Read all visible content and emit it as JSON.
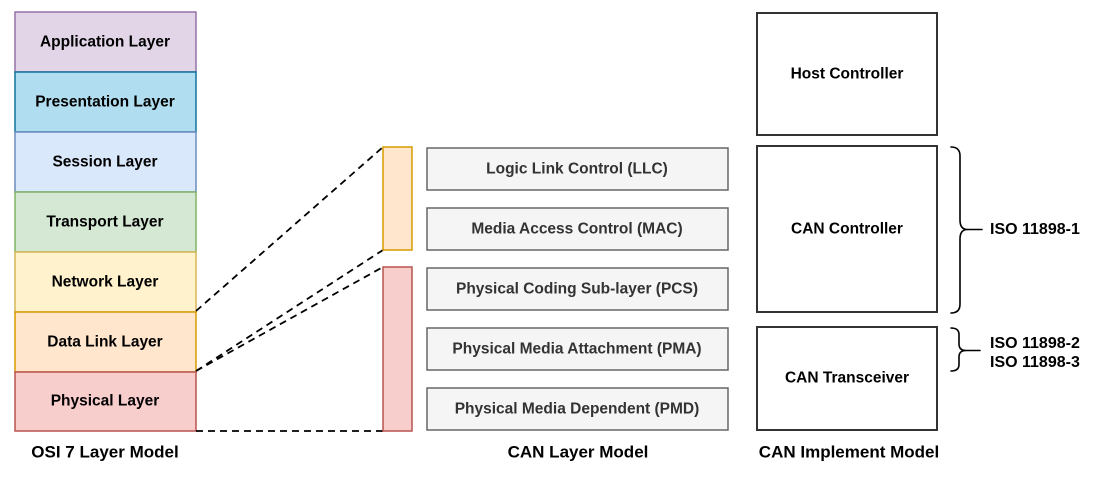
{
  "diagram": {
    "line_color": "#000000",
    "osi": {
      "caption": "OSI 7 Layer Model",
      "layers": [
        {
          "label": "Application Layer",
          "fill": "#E1D5E7",
          "stroke": "#9673A6"
        },
        {
          "label": "Presentation Layer",
          "fill": "#B1DDF0",
          "stroke": "#10739E"
        },
        {
          "label": "Session Layer",
          "fill": "#DAE8FC",
          "stroke": "#6C8EBF"
        },
        {
          "label": "Transport Layer",
          "fill": "#D5E8D4",
          "stroke": "#82B366"
        },
        {
          "label": "Network Layer",
          "fill": "#FFF2CC",
          "stroke": "#D6B656"
        },
        {
          "label": "Data Link Layer",
          "fill": "#FFE6CC",
          "stroke": "#D79B00"
        },
        {
          "label": "Physical Layer",
          "fill": "#F8CECC",
          "stroke": "#B85450"
        }
      ]
    },
    "can_layer": {
      "caption": "CAN Layer Model",
      "box_fill": "#F5F5F5",
      "box_stroke": "#666666",
      "text_color": "#333333",
      "boxes": [
        {
          "label": "Logic Link Control (LLC)"
        },
        {
          "label": "Media Access Control (MAC)"
        },
        {
          "label": "Physical Coding Sub-layer (PCS)"
        },
        {
          "label": "Physical Media Attachment (PMA)"
        },
        {
          "label": "Physical Media Dependent (PMD)"
        }
      ],
      "data_link_bar": {
        "fill": "#FFE6CC",
        "stroke": "#D79B00"
      },
      "physical_bar": {
        "fill": "#F8CECC",
        "stroke": "#B85450"
      }
    },
    "can_implement": {
      "caption": "CAN Implement Model",
      "box_fill": "#FFFFFF",
      "box_stroke": "#333333",
      "boxes": [
        {
          "label": "Host Controller"
        },
        {
          "label": "CAN Controller"
        },
        {
          "label": "CAN Transceiver"
        }
      ],
      "annotations": {
        "controller": "ISO 11898-1",
        "transceiver_line1": "ISO 11898-2",
        "transceiver_line2": "ISO 11898-3"
      }
    }
  }
}
